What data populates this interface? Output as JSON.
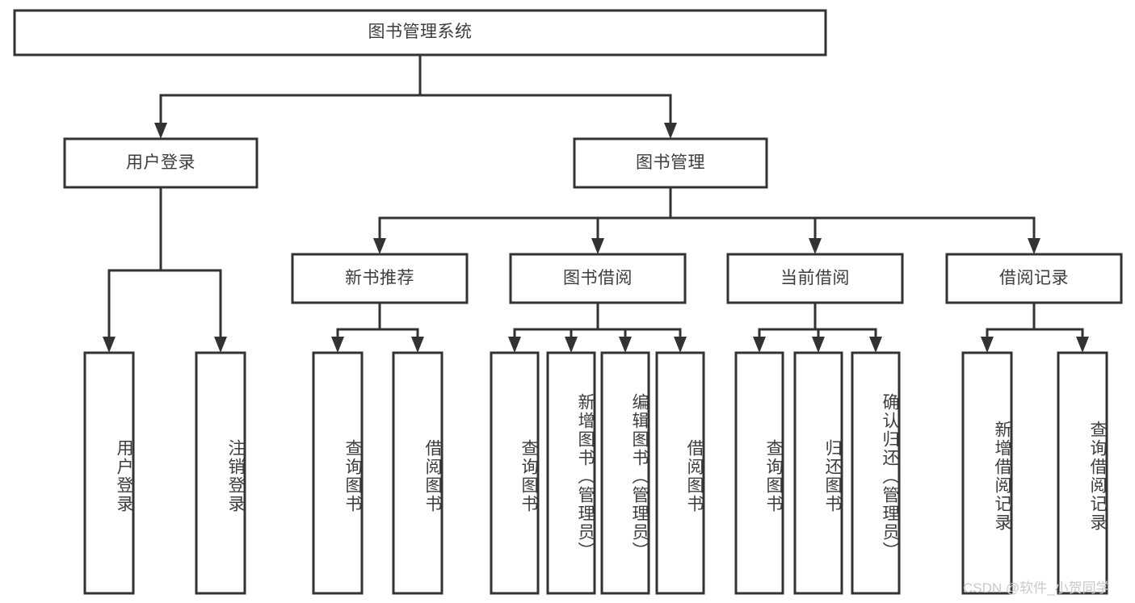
{
  "diagram": {
    "title": "图书管理系统",
    "type": "tree",
    "watermark": "CSDN @软件_小贺同学",
    "colors": {
      "box_fill": "#ffffff",
      "box_stroke": "#333333",
      "text": "#3d3d3d",
      "watermark": "#c9c9c9",
      "background": "#ffffff"
    },
    "nodes": {
      "root": {
        "label": "图书管理系统"
      },
      "level2": [
        {
          "label": "用户登录"
        },
        {
          "label": "图书管理"
        }
      ],
      "level3": [
        {
          "label": "新书推荐"
        },
        {
          "label": "图书借阅"
        },
        {
          "label": "当前借阅"
        },
        {
          "label": "借阅记录"
        }
      ],
      "leaves_user_login": [
        {
          "label": "用户登录"
        },
        {
          "label": "注销登录"
        }
      ],
      "leaves_new_books": [
        {
          "label": "查询图书"
        },
        {
          "label": "借阅图书"
        }
      ],
      "leaves_borrow": [
        {
          "label": "查询图书"
        },
        {
          "label": "新增图书（管理员）"
        },
        {
          "label": "编辑图书（管理员）"
        },
        {
          "label": "借阅图书"
        }
      ],
      "leaves_current": [
        {
          "label": "查询图书"
        },
        {
          "label": "归还图书"
        },
        {
          "label": "确认归还（管理员）"
        }
      ],
      "leaves_records": [
        {
          "label": "新增借阅记录"
        },
        {
          "label": "查询借阅记录"
        }
      ]
    }
  }
}
